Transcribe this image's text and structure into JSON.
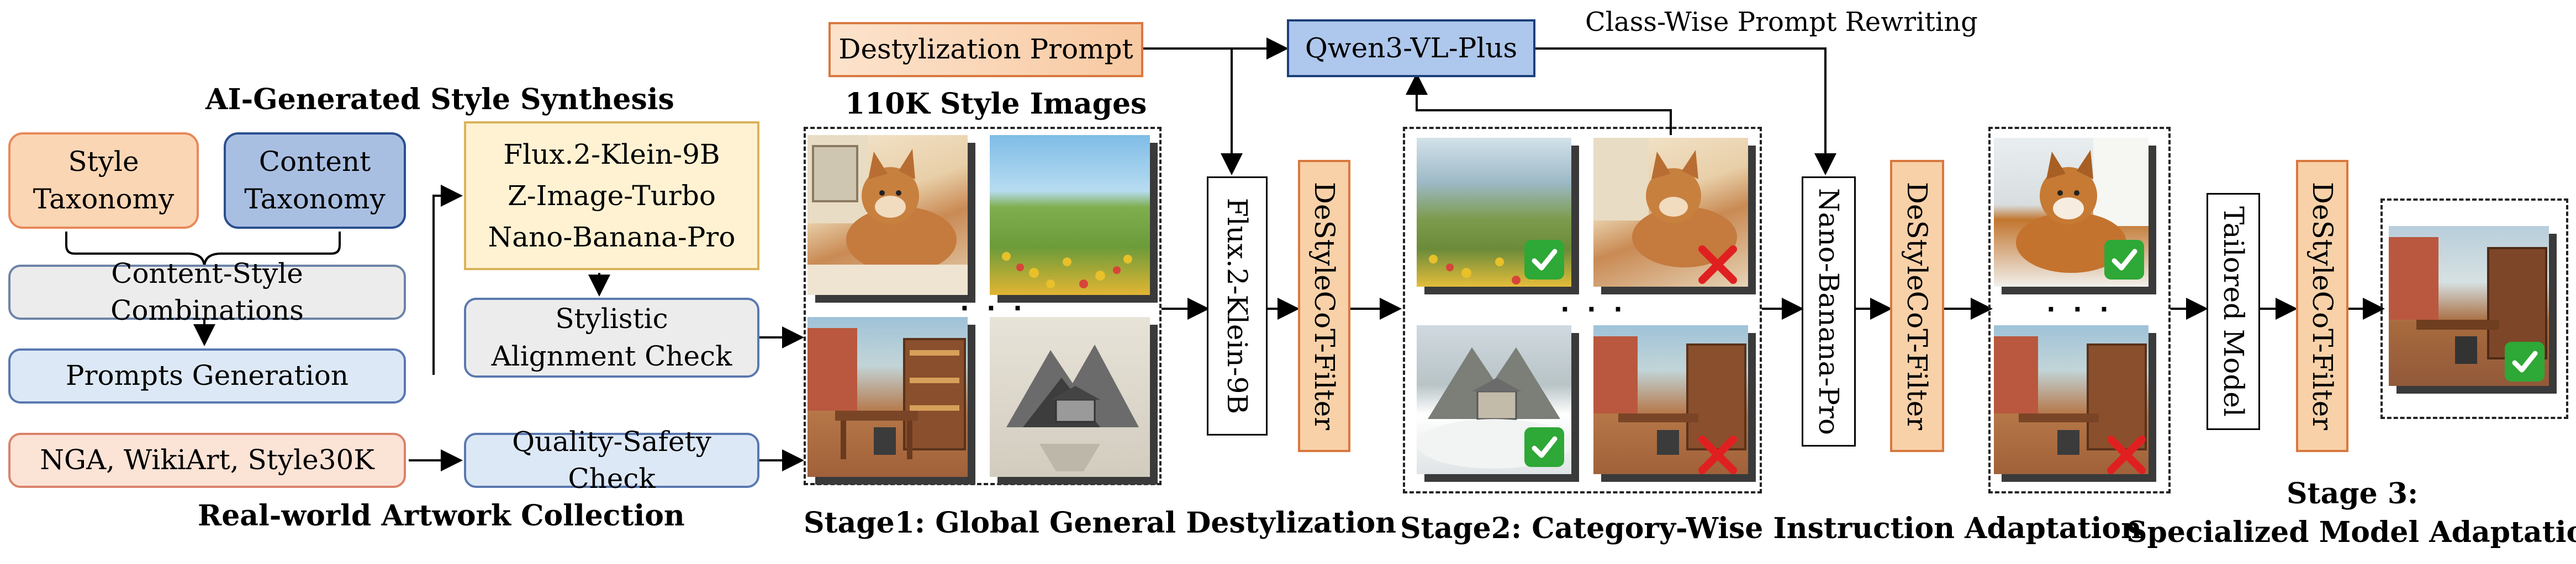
{
  "colors": {
    "orange_fill": "#fbd6b4",
    "orange_border": "#e8895a",
    "blue_fill": "#a9bfe2",
    "blue_border": "#2a4f8f",
    "grey_fill": "#ececec",
    "grey_border": "#6d83a8",
    "lightblue_fill": "#dde8f6",
    "lightblue_border": "#5a78b0",
    "cream_fill": "#fff2d2",
    "cream_border": "#d9b25a",
    "peach_fill": "#fbe3d6",
    "peach_border": "#d9836a",
    "qwen_fill": "#aec7ec",
    "qwen_border": "#1d3f7a",
    "filter_fill": "#f8d1a8",
    "filter_border": "#d9783f",
    "check_green": "#2ea836",
    "cross_red": "#e02020"
  },
  "left": {
    "synthesis_title": "AI-Generated Style Synthesis",
    "style_taxonomy": [
      "Style",
      "Taxonomy"
    ],
    "content_taxonomy": [
      "Content",
      "Taxonomy"
    ],
    "combinations": "Content-Style Combinations",
    "prompts": "Prompts Generation",
    "generators": [
      "Flux.2-Klein-9B",
      "Z-Image-Turbo",
      "Nano-Banana-Pro"
    ],
    "alignment_check": [
      "Stylistic",
      "Alignment Check"
    ],
    "sources": "NGA, WikiArt, Style30K",
    "quality_check": "Quality-Safety Check",
    "collection_title": "Real-world Artwork Collection"
  },
  "stage1": {
    "destyle_prompt": "Destylization Prompt",
    "images_title": "110K Style Images",
    "model": "Flux.2-Klein-9B",
    "filter": "DeStyleCoT-Filter",
    "title": "Stage1: Global General Destylization",
    "ellipsis": "· · ·"
  },
  "stage2": {
    "qwen": "Qwen3-VL-Plus",
    "rewriting": "Class-Wise Prompt Rewriting",
    "model": "Nano-Banana-Pro",
    "filter": "DeStyleCoT-Filter",
    "title": "Stage2: Category-Wise Instruction Adaptation",
    "ellipsis": "· · ·"
  },
  "stage3": {
    "model": "Tailored Model",
    "filter": "DeStyleCoT-Filter",
    "title_line1": "Stage 3:",
    "title_line2": "Specialized Model Adaptation"
  },
  "icons": [
    "check-icon",
    "cross-icon",
    "arrow-icon"
  ]
}
